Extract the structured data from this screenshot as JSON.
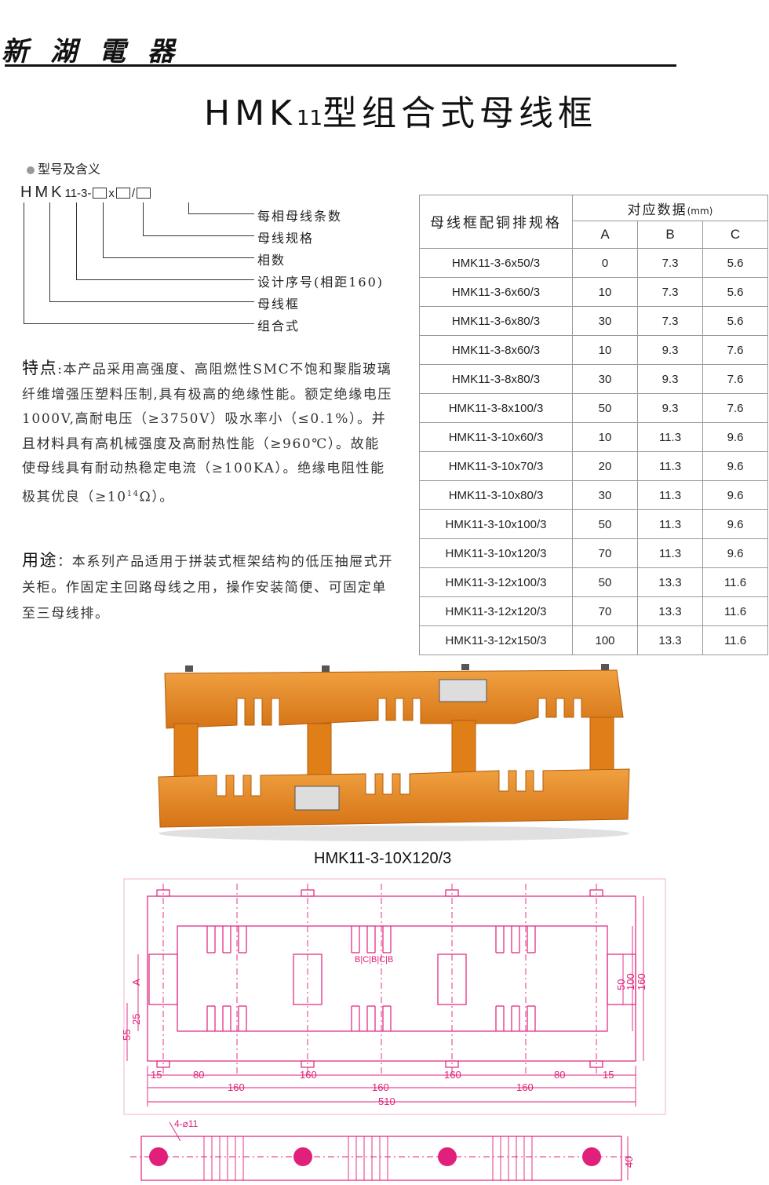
{
  "header": {
    "brand": "新湖電器",
    "title_main_prefix": "HMK",
    "title_sub": "11",
    "title_suffix": "型组合式母线框"
  },
  "model_meaning": {
    "heading": "型号及含义",
    "code_parts": [
      "H",
      "M",
      "K",
      "11",
      "-3-",
      "x",
      "/"
    ],
    "labels": [
      "每相母线条数",
      "母线规格",
      "相数",
      "设计序号(相距160)",
      "母线框",
      "组合式"
    ]
  },
  "features": {
    "head": "特点",
    "text": ":本产品采用高强度、高阻燃性SMC不饱和聚脂玻璃纤维增强压塑料压制,具有极高的绝缘性能。额定绝缘电压1000V,高耐电压（≥3750V）吸水率小（≤0.1%）。并且材料具有高机械强度及高耐热性能（≥960℃）。故能使母线具有耐动热稳定电流（≥100KA）。绝缘电阻性能极其优良（≥10",
    "sup": "14",
    "tail": "Ω）。"
  },
  "usage": {
    "head": "用途",
    "text": "：本系列产品适用于拼装式框架结构的低压抽屉式开关柜。作固定主回路母线之用，操作安装简便、可固定单至三母线排。"
  },
  "spec_table": {
    "header_spec": "母线框配铜排规格",
    "header_data": "对应数据",
    "header_unit": "(mm)",
    "columns": [
      "A",
      "B",
      "C"
    ],
    "rows": [
      [
        "HMK11-3-6x50/3",
        "0",
        "7.3",
        "5.6"
      ],
      [
        "HMK11-3-6x60/3",
        "10",
        "7.3",
        "5.6"
      ],
      [
        "HMK11-3-6x80/3",
        "30",
        "7.3",
        "5.6"
      ],
      [
        "HMK11-3-8x60/3",
        "10",
        "9.3",
        "7.6"
      ],
      [
        "HMK11-3-8x80/3",
        "30",
        "9.3",
        "7.6"
      ],
      [
        "HMK11-3-8x100/3",
        "50",
        "9.3",
        "7.6"
      ],
      [
        "HMK11-3-10x60/3",
        "10",
        "11.3",
        "9.6"
      ],
      [
        "HMK11-3-10x70/3",
        "20",
        "11.3",
        "9.6"
      ],
      [
        "HMK11-3-10x80/3",
        "30",
        "11.3",
        "9.6"
      ],
      [
        "HMK11-3-10x100/3",
        "50",
        "11.3",
        "9.6"
      ],
      [
        "HMK11-3-10x120/3",
        "70",
        "11.3",
        "9.6"
      ],
      [
        "HMK11-3-12x100/3",
        "50",
        "13.3",
        "11.6"
      ],
      [
        "HMK11-3-12x120/3",
        "70",
        "13.3",
        "11.6"
      ],
      [
        "HMK11-3-12x150/3",
        "100",
        "13.3",
        "11.6"
      ]
    ]
  },
  "photo": {
    "caption": "HMK11-3-10X120/3",
    "body_color": "#e8861e",
    "shadow_color": "#c96a10"
  },
  "drawing": {
    "line_color": "#e0207a",
    "dims_bottom": [
      "15",
      "80",
      "160",
      "160",
      "80",
      "15",
      "160",
      "160",
      "160",
      "510"
    ],
    "dims_left": [
      "A",
      "25",
      "55"
    ],
    "dims_right": [
      "50",
      "100",
      "160"
    ],
    "slot_label": "B|C|B|C|B",
    "hole_label": "4-⌀11",
    "base_dim": "40"
  }
}
